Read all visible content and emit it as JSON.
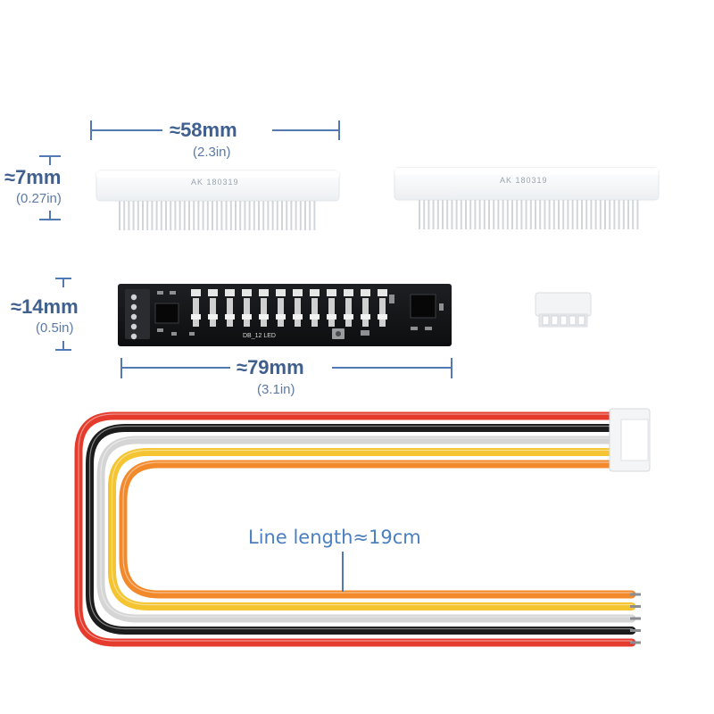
{
  "dimensions": {
    "header_width": {
      "main": "≈58mm",
      "sub": "(2.3in)"
    },
    "header_height": {
      "main": "≈7mm",
      "sub": "(0.27in)"
    },
    "board_height": {
      "main": "≈14mm",
      "sub": "(0.5in)"
    },
    "board_width": {
      "main": "≈79mm",
      "sub": "(3.1in)"
    }
  },
  "header_marking": "AK 180319",
  "pcb_silkscreen": "DB_12 LED",
  "cable": {
    "label": "Line length≈19cm",
    "wire_colors": [
      "#e53b2c",
      "#1c1c1c",
      "#d5d5d5",
      "#f4c431",
      "#f28a2c"
    ]
  }
}
